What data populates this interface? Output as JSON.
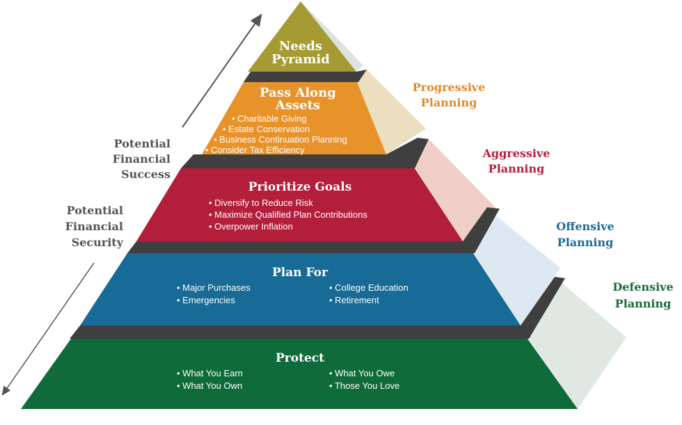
{
  "colors": {
    "needs": "#a59b32",
    "pass_along": "#e8922a",
    "prioritize": "#b31e3b",
    "plan_for": "#176b96",
    "protect": "#0f6b3a",
    "band": "#3f3f3f"
  },
  "tiers": {
    "needs": {
      "title_1": "Needs",
      "title_2": "Pyramid"
    },
    "pass_along": {
      "title_1": "Pass Along",
      "title_2": "Assets",
      "items": [
        "Charitable Giving",
        "Estate Conservation",
        "Business Continuation Planning",
        "Consider Tax Efficiency"
      ]
    },
    "prioritize": {
      "title": "Prioritize Goals",
      "items": [
        "Diversify to Reduce Risk",
        "Maximize Qualified Plan Contributions",
        "Overpower Inflation"
      ]
    },
    "plan_for": {
      "title": "Plan For",
      "items": [
        "Major Purchases",
        "Emergencies",
        "College Education",
        "Retirement"
      ]
    },
    "protect": {
      "title": "Protect",
      "items": [
        "What You Earn",
        "What You Own",
        "What You Owe",
        "Those You Love"
      ]
    }
  },
  "side_labels": {
    "progressive": {
      "line1": "Progressive",
      "line2": "Planning",
      "color": "#e08a2a"
    },
    "aggressive": {
      "line1": "Aggressive",
      "line2": "Planning",
      "color": "#b51f3c"
    },
    "offensive": {
      "line1": "Offensive",
      "line2": "Planning",
      "color": "#1f6a98"
    },
    "defensive": {
      "line1": "Defensive",
      "line2": "Planning",
      "color": "#1a6b3a"
    }
  },
  "axis_labels": {
    "success": [
      "Potential",
      "Financial",
      "Success"
    ],
    "security": [
      "Potential",
      "Financial",
      "Security"
    ]
  }
}
